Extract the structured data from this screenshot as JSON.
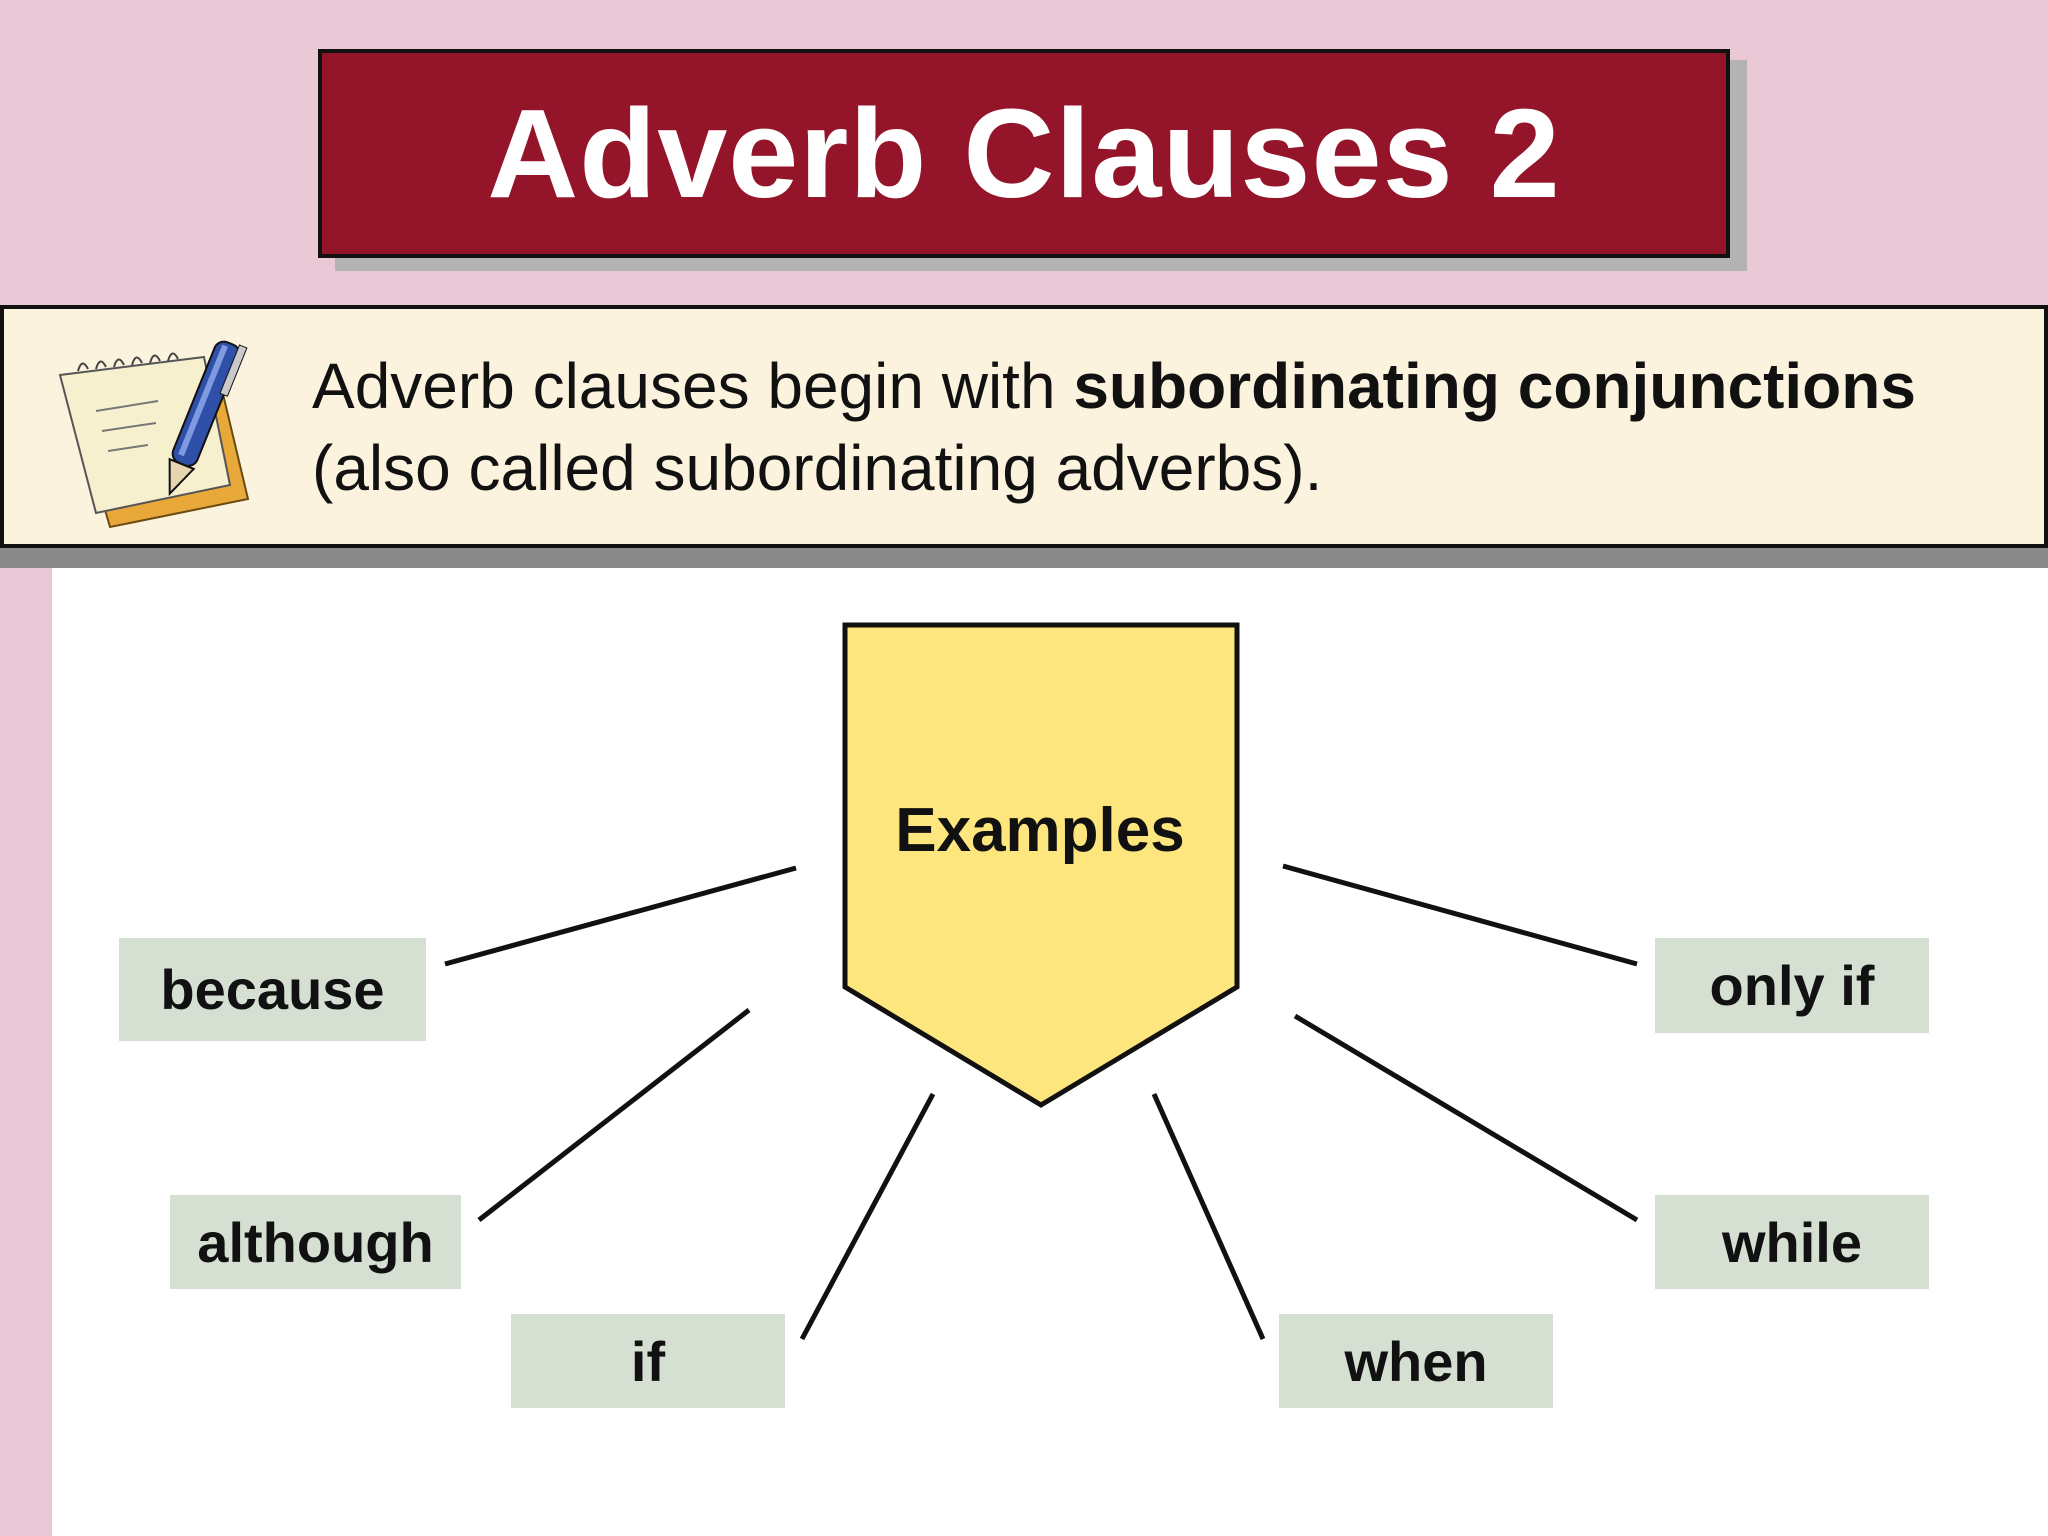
{
  "title": "Adverb Clauses 2",
  "note": {
    "text_before": "Adverb clauses begin with ",
    "text_bold": "subordinating conjunctions",
    "text_after": "(also called subordinating adverbs).",
    "icon": "notepad-pen-icon"
  },
  "diagram": {
    "center_label": "Examples",
    "examples": [
      "because",
      "although",
      "if",
      "when",
      "while",
      "only if"
    ]
  },
  "colors": {
    "background": "#ebc8d6",
    "title_banner": "#94142a",
    "note_box": "#fbf3dd",
    "center_shape": "#fde67e",
    "example_box": "#d6e0d2"
  }
}
